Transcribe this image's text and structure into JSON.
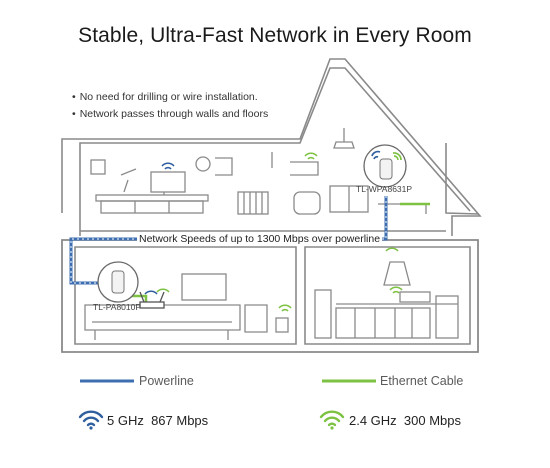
{
  "title": "Stable, Ultra-Fast Network in Every Room",
  "bullets": [
    "No need for drilling or wire installation.",
    "Network passes through walls and floors"
  ],
  "banner": "Network Speeds of up to 1300 Mbps over powerline",
  "devices": {
    "upstairs": "TL-WPA8631P",
    "downstairs": "TL-PA8010P"
  },
  "legend": {
    "powerline": "Powerline",
    "ethernet": "Ethernet Cable"
  },
  "speeds": {
    "five": "5 GHz  867 Mbps",
    "two": "2.4 GHz  300 Mbps"
  },
  "colors": {
    "powerline": "#3d6fb0",
    "ethernet": "#7dc242",
    "wifi5": "#2f5f9e",
    "wifi24": "#7dc242",
    "outline": "#8a8a8a"
  }
}
